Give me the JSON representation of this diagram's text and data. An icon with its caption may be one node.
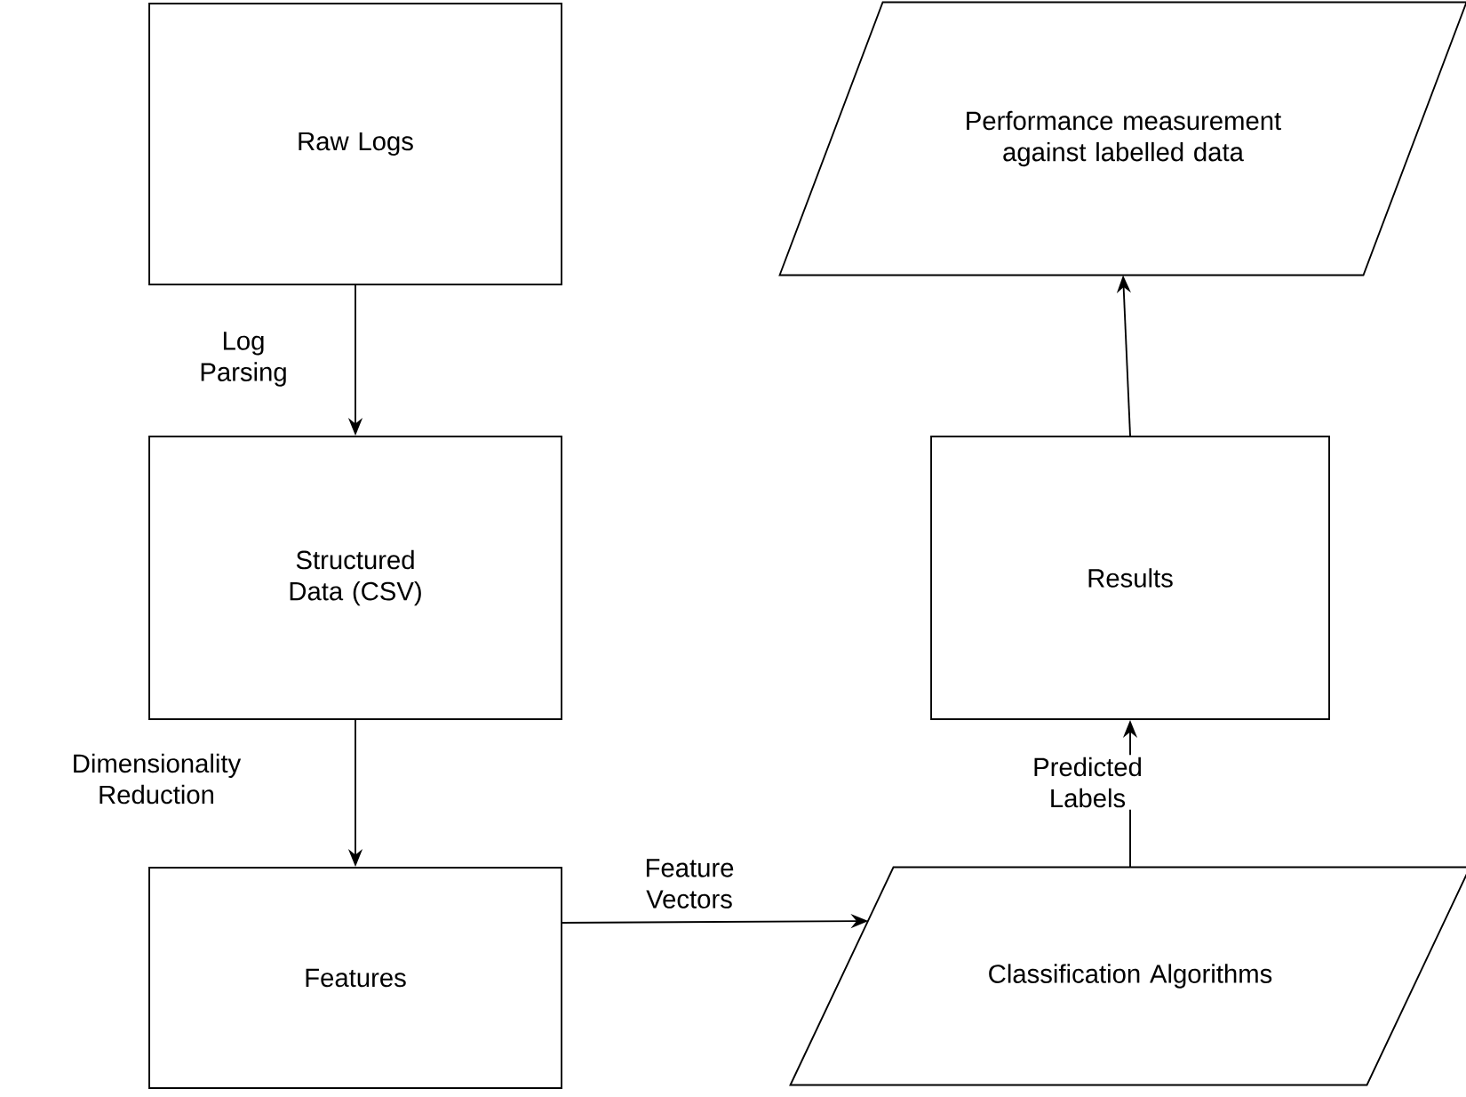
{
  "diagram": {
    "nodes": [
      {
        "text": [
          "Raw Logs"
        ]
      },
      {
        "text": [
          "Structured Data (CSV)"
        ]
      },
      {
        "text": [
          "Features"
        ]
      },
      {
        "text": [
          "Classification Algorithms"
        ]
      },
      {
        "text": [
          "Results"
        ]
      },
      {
        "text": [
          "Performance measurement against labelled data"
        ]
      }
    ],
    "edges": [
      {
        "from": 0,
        "to": 1,
        "arrow": "to",
        "label": "Log Parsing"
      },
      {
        "from": 1,
        "to": 2,
        "arrow": "to",
        "label": "Dimensionality Reduction"
      },
      {
        "from": 2,
        "to": 3,
        "arrow": "to",
        "label": "Feature Vectors"
      },
      {
        "from": 3,
        "to": 4,
        "arrow": "to",
        "label": "Predicted Labels"
      },
      {
        "from": 4,
        "to": 5,
        "arrow": "to"
      }
    ]
  }
}
